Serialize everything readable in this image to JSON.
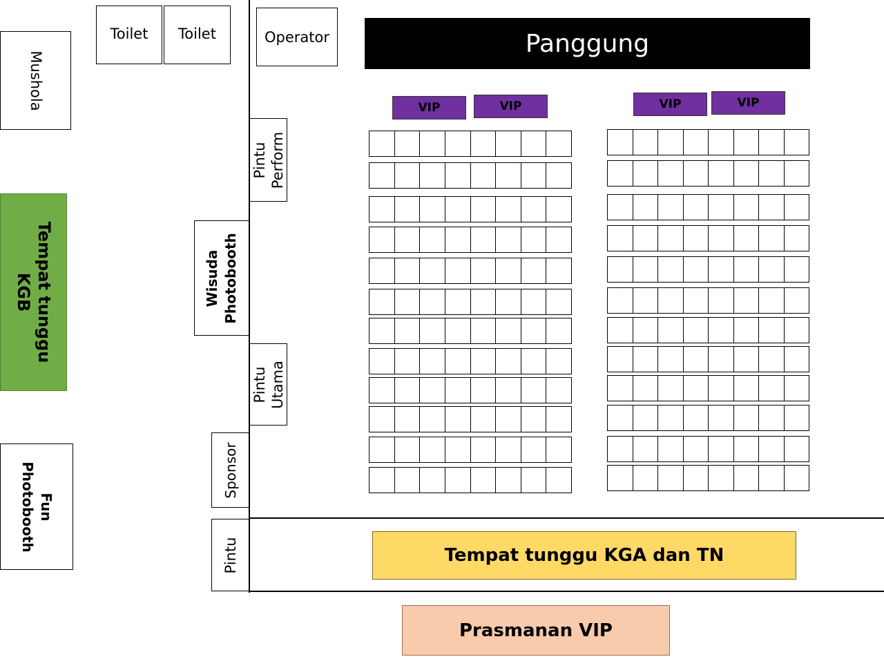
{
  "colors": {
    "stage": "#000000",
    "vip": "#7030a0",
    "kgb_wait": "#70ad47",
    "kga_wait": "#ffd966",
    "prasmanan": "#f8cbad"
  },
  "labels": {
    "mushola": "Mushola",
    "toilet_1": "Toilet",
    "toilet_2": "Toilet",
    "operator": "Operator",
    "panggung": "Panggung",
    "pintu_perform_1": "Pintu",
    "pintu_perform_2": "Perform",
    "wisuda_photobooth_1": "Wisuda",
    "wisuda_photobooth_2": "Photobooth",
    "tempat_tunggu_kgb_1": "Tempat tunggu",
    "tempat_tunggu_kgb_2": "KGB",
    "pintu_utama_1": "Pintu",
    "pintu_utama_2": "Utama",
    "sponsor": "Sponsor",
    "fun_photobooth_1": "Fun",
    "fun_photobooth_2": "Photobooth",
    "pintu": "Pintu",
    "tempat_tunggu_kga": "Tempat tunggu KGA dan TN",
    "prasmanan_vip": "Prasmanan VIP"
  },
  "vip_seats": [
    "VIP",
    "VIP",
    "VIP",
    "VIP"
  ],
  "seating": {
    "blocks": 2,
    "rows_per_block": 12,
    "seats_per_row": 8
  }
}
